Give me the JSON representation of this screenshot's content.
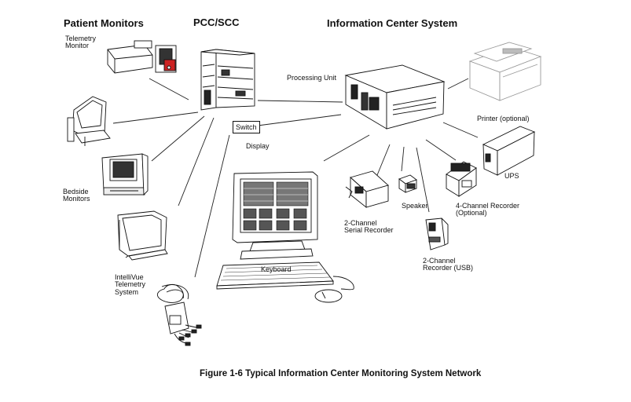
{
  "headings": {
    "patient_monitors": "Patient Monitors",
    "pcc_scc": "PCC/SCC",
    "information_center": "Information Center System"
  },
  "labels": {
    "telemetry_monitor": "Telemetry\nMonitor",
    "bedside_monitors": "Bedside\nMonitors",
    "intellivue_telemetry": "IntelliVue\nTelemetry\nSystem",
    "switch": "Switch",
    "display": "Display",
    "processing_unit": "Processing Unit",
    "keyboard": "Keyboard",
    "printer": "Printer (optional)",
    "ups": "UPS",
    "speaker": "Speaker",
    "two_channel_serial": "2-Channel\nSerial Recorder",
    "two_channel_usb": "2-Channel\nRecorder (USB)",
    "four_channel": "4-Channel Recorder\n(Optional)"
  },
  "caption": "Figure 1-6  Typical Information Center Monitoring System Network",
  "colors": {
    "ink": "#111111",
    "device_fill": "#ffffff",
    "printer_ink": "#9a9a9a"
  }
}
